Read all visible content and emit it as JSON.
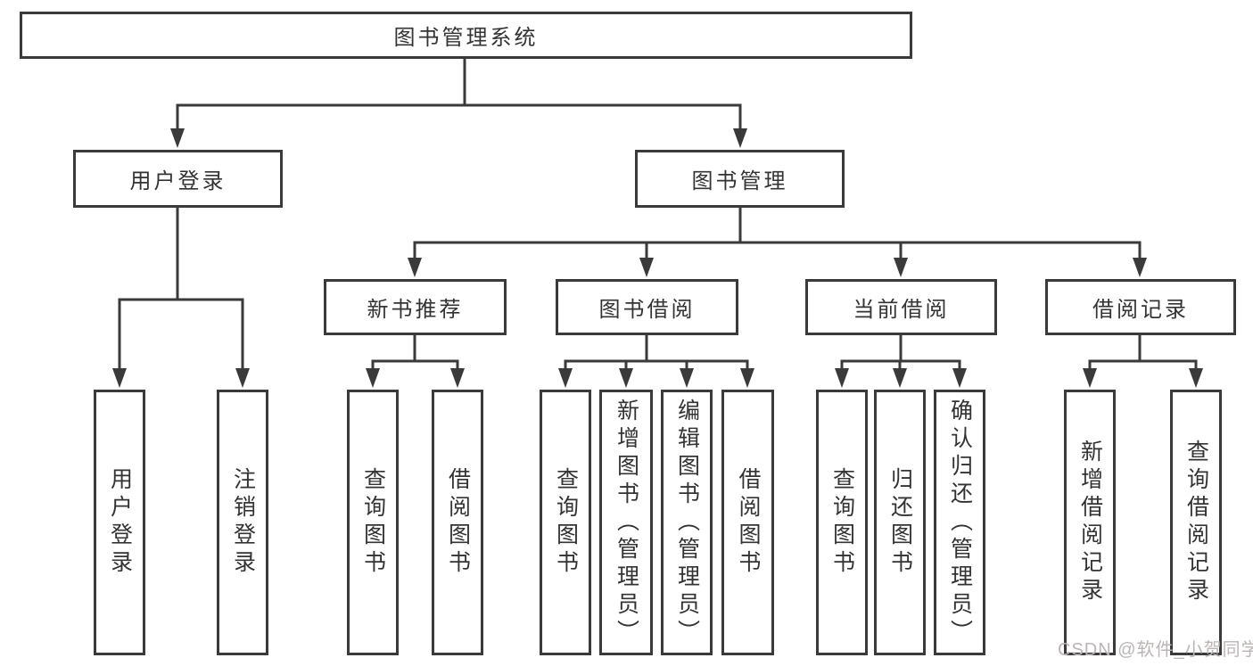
{
  "title": "图书管理系统",
  "branches": [
    {
      "label": "用户登录",
      "leaves": [
        {
          "label": "用户登录"
        },
        {
          "label": "注销登录"
        }
      ]
    },
    {
      "label": "图书管理",
      "groups": [
        {
          "label": "新书推荐",
          "leaves": [
            {
              "label": "查询图书"
            },
            {
              "label": "借阅图书"
            }
          ]
        },
        {
          "label": "图书借阅",
          "leaves": [
            {
              "label": "查询图书"
            },
            {
              "label": "新增图书（管理员）"
            },
            {
              "label": "编辑图书（管理员）"
            },
            {
              "label": "借阅图书"
            }
          ]
        },
        {
          "label": "当前借阅",
          "leaves": [
            {
              "label": "查询图书"
            },
            {
              "label": "归还图书"
            },
            {
              "label": "确认归还（管理员）"
            }
          ]
        },
        {
          "label": "借阅记录",
          "leaves": [
            {
              "label": "新增借阅记录"
            },
            {
              "label": "查询借阅记录"
            }
          ]
        }
      ]
    }
  ],
  "watermark": "CSDN @软件_小贺同学",
  "colors": {
    "line": "#3a3a3a",
    "text": "#333333",
    "watermark": "#bcb5b5",
    "background": "#ffffff"
  }
}
